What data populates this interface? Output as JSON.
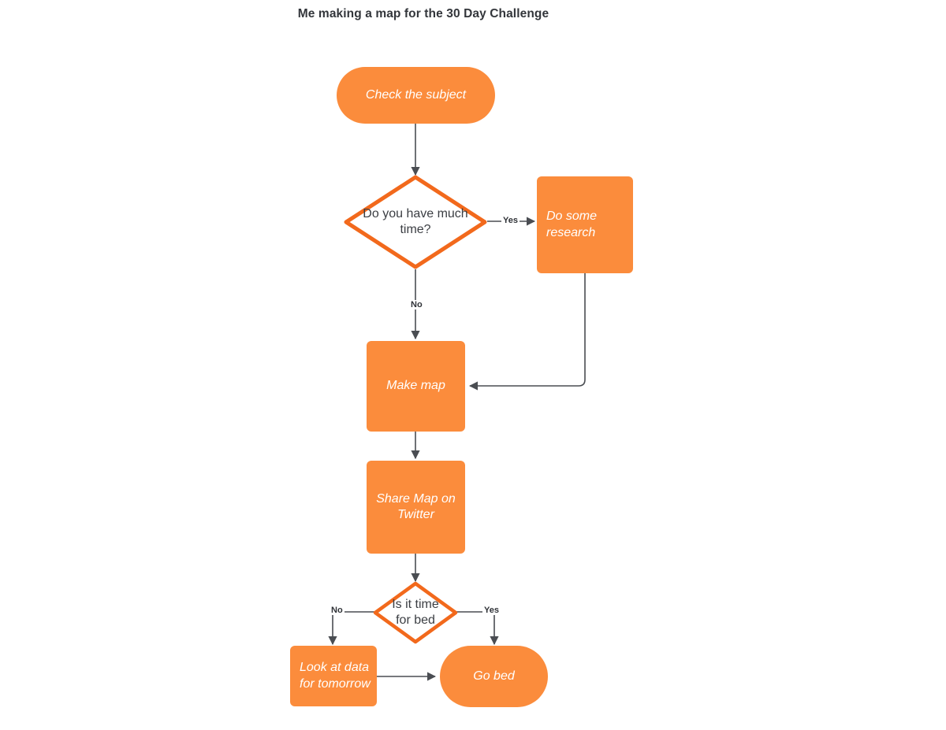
{
  "chart_data": {
    "type": "diagram",
    "title": "Me making a map for the 30 Day Challenge",
    "nodes": [
      {
        "id": "check",
        "label": "Check the  subject",
        "shape": "pill",
        "fill": "#FB8C3C",
        "text_color": "#FFFFFF"
      },
      {
        "id": "havetime",
        "label": "Do you have much time?",
        "shape": "diamond",
        "fill": "#FFFFFF",
        "stroke": "#F2691C",
        "text_color": "#3B3E43"
      },
      {
        "id": "research",
        "label": "Do some research",
        "shape": "rect",
        "fill": "#FB8C3C",
        "text_color": "#FFFFFF"
      },
      {
        "id": "makemap",
        "label": "Make map",
        "shape": "rect",
        "fill": "#FB8C3C",
        "text_color": "#FFFFFF"
      },
      {
        "id": "share",
        "label": "Share Map on Twitter",
        "shape": "rect",
        "fill": "#FB8C3C",
        "text_color": "#FFFFFF"
      },
      {
        "id": "bedtime",
        "label": "Is it time for bed",
        "shape": "diamond",
        "fill": "#FFFFFF",
        "stroke": "#F2691C",
        "text_color": "#3B3E43"
      },
      {
        "id": "lookdata",
        "label": "Look at data for tomorrow",
        "shape": "rect",
        "fill": "#FB8C3C",
        "text_color": "#FFFFFF"
      },
      {
        "id": "gobed",
        "label": "Go bed",
        "shape": "pill",
        "fill": "#FB8C3C",
        "text_color": "#FFFFFF"
      }
    ],
    "edges": [
      {
        "from": "check",
        "to": "havetime",
        "label": ""
      },
      {
        "from": "havetime",
        "to": "research",
        "label": "Yes"
      },
      {
        "from": "havetime",
        "to": "makemap",
        "label": "No"
      },
      {
        "from": "research",
        "to": "makemap",
        "label": ""
      },
      {
        "from": "makemap",
        "to": "share",
        "label": ""
      },
      {
        "from": "share",
        "to": "bedtime",
        "label": ""
      },
      {
        "from": "bedtime",
        "to": "lookdata",
        "label": "No"
      },
      {
        "from": "bedtime",
        "to": "gobed",
        "label": "Yes"
      },
      {
        "from": "lookdata",
        "to": "gobed",
        "label": ""
      }
    ],
    "edge_color": "#4a4d52",
    "legend": [],
    "grid": false
  },
  "diagram": {
    "title": "Me making a map for the 30 Day Challenge",
    "nodes": {
      "check_subject": "Check the  subject",
      "do_you_have_much_time_line1": "Do you have much",
      "do_you_have_much_time_line2": "time?",
      "do_some_research_line1": "Do some",
      "do_some_research_line2": "research",
      "make_map": "Make map",
      "share_map_line1": "Share Map on",
      "share_map_line2": "Twitter",
      "is_it_time_line1": "Is it time",
      "is_it_time_line2": "for bed",
      "look_at_data_line1": "Look at data",
      "look_at_data_line2": "for tomorrow",
      "go_bed": "Go bed"
    },
    "edge_labels": {
      "yes_research": "Yes",
      "no_makemap": "No",
      "no_lookdata": "No",
      "yes_gobed": "Yes"
    }
  }
}
